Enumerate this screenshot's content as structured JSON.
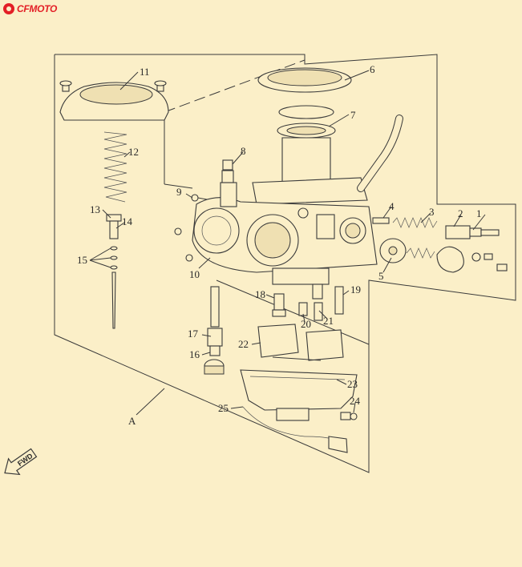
{
  "brand": {
    "name": "CFMOTO",
    "color": "#e31f26"
  },
  "background_color": "#fbefc8",
  "callouts": [
    "1",
    "2",
    "3",
    "4",
    "5",
    "6",
    "7",
    "8",
    "9",
    "10",
    "11",
    "12",
    "13",
    "14",
    "15",
    "16",
    "17",
    "18",
    "19",
    "20",
    "21",
    "22",
    "23",
    "24",
    "25"
  ],
  "group_label": "A",
  "direction_badge": "FWD"
}
